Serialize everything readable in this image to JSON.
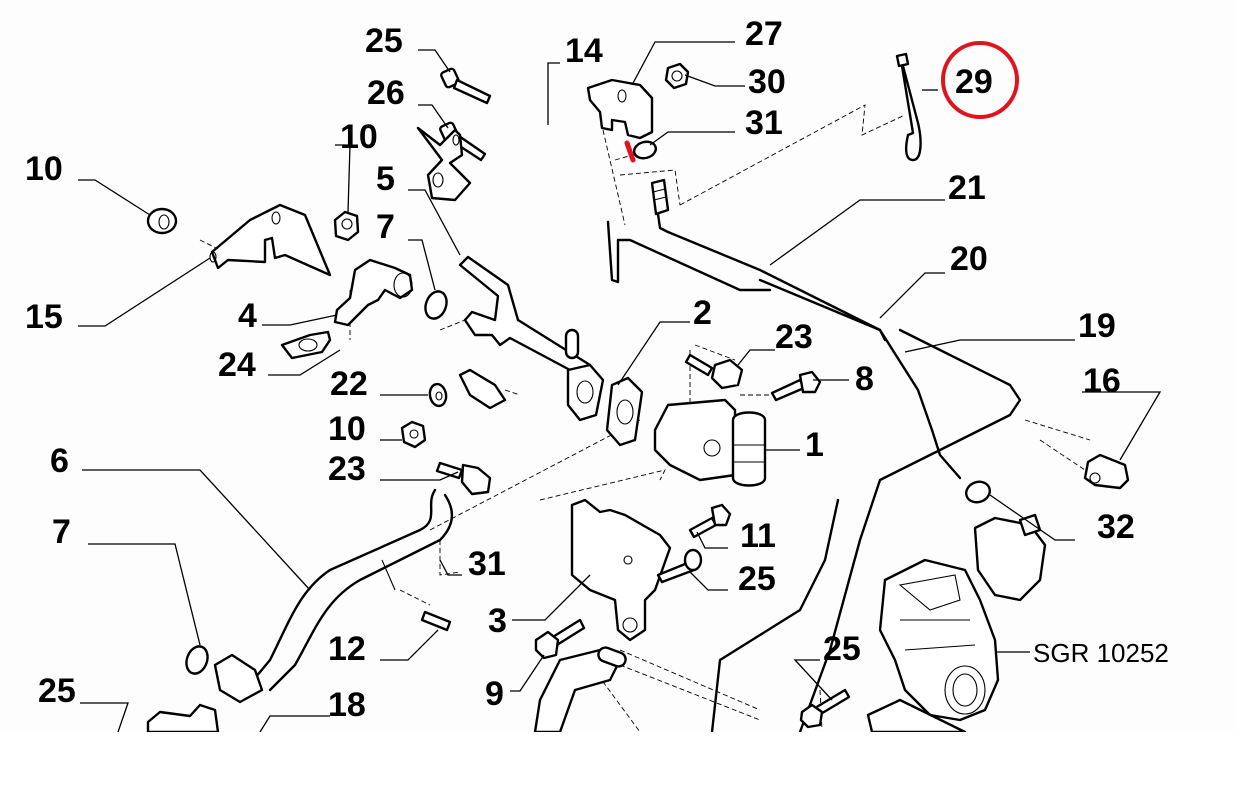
{
  "diagram": {
    "type": "exploded parts diagram",
    "reference_code": "SGR 10252",
    "highlight_color": "#e0141c",
    "highlighted_callout": "29",
    "callouts": [
      {
        "id": "c25a",
        "label": "25"
      },
      {
        "id": "c14",
        "label": "14"
      },
      {
        "id": "c27",
        "label": "27"
      },
      {
        "id": "c30",
        "label": "30"
      },
      {
        "id": "c29",
        "label": "29"
      },
      {
        "id": "c26",
        "label": "26"
      },
      {
        "id": "c31a",
        "label": "31"
      },
      {
        "id": "c10a",
        "label": "10"
      },
      {
        "id": "c10b",
        "label": "10"
      },
      {
        "id": "c5",
        "label": "5"
      },
      {
        "id": "c21",
        "label": "21"
      },
      {
        "id": "c7a",
        "label": "7"
      },
      {
        "id": "c20",
        "label": "20"
      },
      {
        "id": "c15",
        "label": "15"
      },
      {
        "id": "c4",
        "label": "4"
      },
      {
        "id": "c2",
        "label": "2"
      },
      {
        "id": "c19",
        "label": "19"
      },
      {
        "id": "c23a",
        "label": "23"
      },
      {
        "id": "c24",
        "label": "24"
      },
      {
        "id": "c8",
        "label": "8"
      },
      {
        "id": "c16",
        "label": "16"
      },
      {
        "id": "c22",
        "label": "22"
      },
      {
        "id": "c10c",
        "label": "10"
      },
      {
        "id": "c1",
        "label": "1"
      },
      {
        "id": "c6",
        "label": "6"
      },
      {
        "id": "c23b",
        "label": "23"
      },
      {
        "id": "c32",
        "label": "32"
      },
      {
        "id": "c7b",
        "label": "7"
      },
      {
        "id": "c11",
        "label": "11"
      },
      {
        "id": "c31b",
        "label": "31"
      },
      {
        "id": "c25b",
        "label": "25"
      },
      {
        "id": "c3",
        "label": "3"
      },
      {
        "id": "c12",
        "label": "12"
      },
      {
        "id": "c25c",
        "label": "25"
      },
      {
        "id": "c9",
        "label": "9"
      },
      {
        "id": "c25d",
        "label": "25"
      },
      {
        "id": "c18",
        "label": "18"
      }
    ]
  }
}
